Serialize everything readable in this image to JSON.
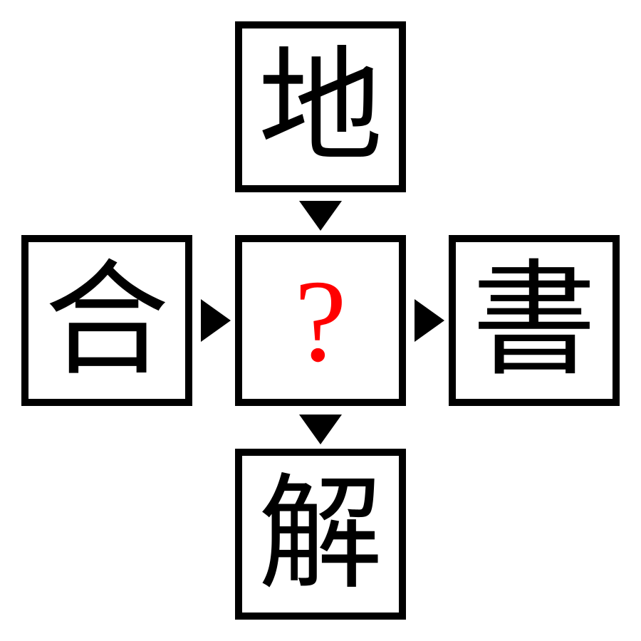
{
  "puzzle": {
    "top": "地",
    "left": "合",
    "center": "?",
    "right": "書",
    "bottom": "解"
  },
  "colors": {
    "tile_border": "#000000",
    "tile_text": "#000000",
    "question_mark": "#ff0000",
    "arrow": "#000000",
    "background": "#ffffff"
  },
  "arrows": [
    {
      "from": "top",
      "to": "center",
      "direction": "down"
    },
    {
      "from": "left",
      "to": "center",
      "direction": "right"
    },
    {
      "from": "center",
      "to": "right",
      "direction": "right"
    },
    {
      "from": "center",
      "to": "bottom",
      "direction": "down"
    }
  ]
}
